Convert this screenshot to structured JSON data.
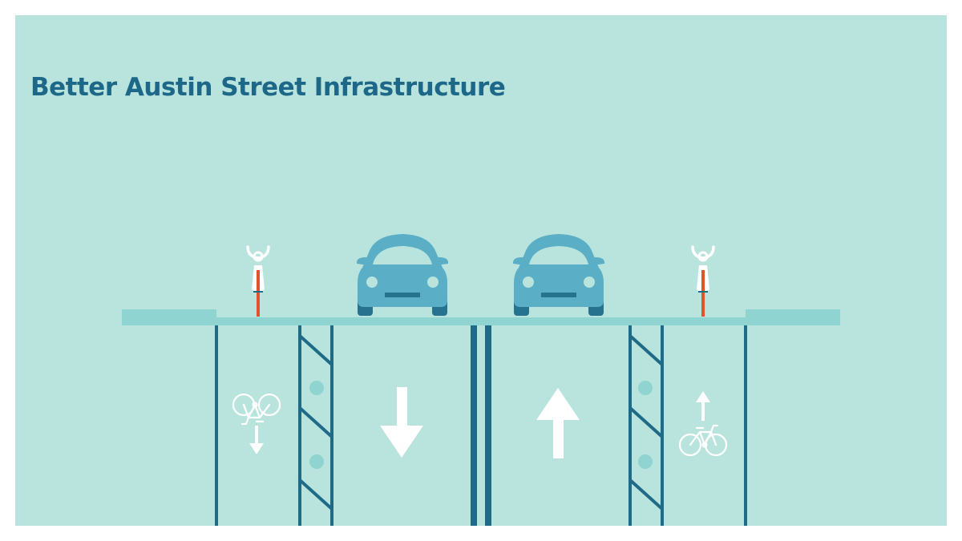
{
  "title": "Better Austin Street Infrastructure",
  "colors": {
    "background": "#b9e4dd",
    "title": "#1d6888",
    "road_surface": "#8fd4d1",
    "lane_lines": "#1e6a87",
    "car_body": "#5aaec6",
    "car_dark": "#26728f",
    "bike_frame": "#e0542b",
    "markings": "#ffffff"
  },
  "icons": {
    "bike_top_view": "bicycle-top-view-icon",
    "car_front": "car-front-icon",
    "bike_side": "bicycle-side-icon",
    "arrow_up": "arrow-up-icon",
    "arrow_down": "arrow-down-icon"
  },
  "lanes": [
    {
      "type": "bike-lane",
      "direction": "down"
    },
    {
      "type": "protected-buffer"
    },
    {
      "type": "car-lane",
      "direction": "down"
    },
    {
      "type": "center-divider"
    },
    {
      "type": "car-lane",
      "direction": "up"
    },
    {
      "type": "protected-buffer"
    },
    {
      "type": "bike-lane",
      "direction": "up"
    }
  ]
}
